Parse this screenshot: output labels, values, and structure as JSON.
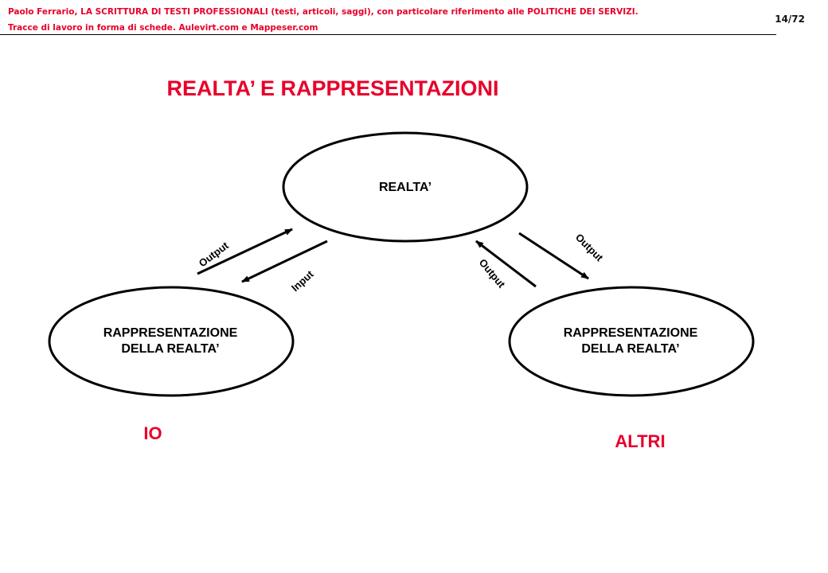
{
  "header": {
    "line1": "Paolo Ferrario, LA SCRITTURA  DI TESTI PROFESSIONALI (testi, articoli, saggi), con particolare riferimento alle POLITICHE DEI SERVIZI.",
    "line2": "Tracce di lavoro in forma di schede. Aulevirt.com e Mappeser.com",
    "page": "14/72"
  },
  "diagram": {
    "title": "REALTA’ E RAPPRESENTAZIONI",
    "top_node": "REALTA’",
    "left_node": [
      "RAPPRESENTAZIONE",
      "DELLA REALTA’"
    ],
    "right_node": [
      "RAPPRESENTAZIONE",
      "DELLA REALTA’"
    ],
    "arrows": {
      "left_up": "Output",
      "left_down": "Input",
      "right_up": "Output",
      "right_down": "Output"
    },
    "left_caption": "IO",
    "right_caption": "ALTRI"
  }
}
